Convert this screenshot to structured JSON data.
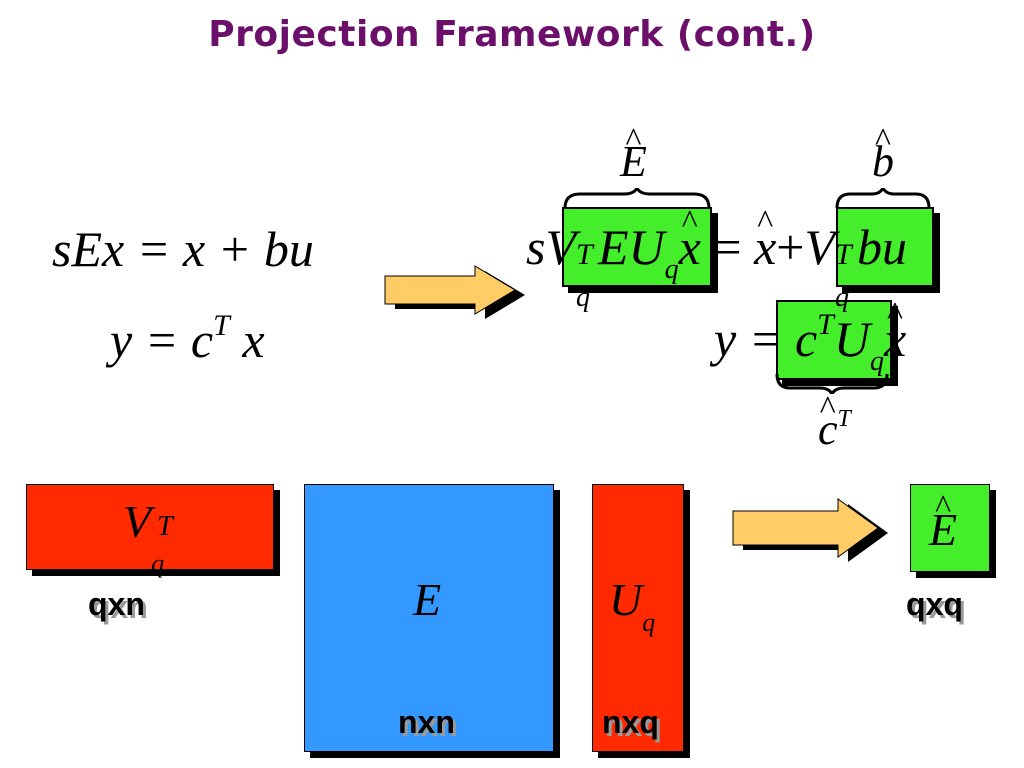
{
  "slide": {
    "title": "Projection Framework (cont.)"
  },
  "left_equations": {
    "eq1": "sEx = x + bu",
    "eq2": {
      "lhs": "y = c",
      "sup": "T",
      "rhs": " x"
    }
  },
  "right_equations": {
    "s": "s",
    "V": "V",
    "V_sub": "q",
    "V_sup": "T",
    "EU": "EU",
    "U_sub": "q",
    "xhat": "x",
    "equals_xhat_plus": " = ",
    "plus": "+",
    "V2": "V",
    "V2_sub": "q",
    "V2_sup": "T",
    "bu": "bu",
    "y_equals": "y = ",
    "c": "c",
    "c_sup": "T",
    "U2": "U",
    "U2_sub": "q",
    "xhat2": "x"
  },
  "brace_labels": {
    "E_hat": "E",
    "b_hat": "b",
    "c_hat": "c",
    "c_hat_sup": "T"
  },
  "blocks": {
    "vq": {
      "main": "V",
      "sub": "q",
      "sup": "T",
      "dim": "qxn",
      "color": "#ff2a00"
    },
    "e": {
      "main": "E",
      "dim": "nxn",
      "color": "#3399ff"
    },
    "uq": {
      "main": "U",
      "sub": "q",
      "dim": "nxq",
      "color": "#ff2a00"
    },
    "ehat": {
      "main": "E",
      "dim": "qxq",
      "color": "#44ee2a"
    }
  },
  "colors": {
    "title": "#6b0f6b",
    "arrow_fill": "#ffcc66",
    "highlight_green": "#44ee2a"
  }
}
